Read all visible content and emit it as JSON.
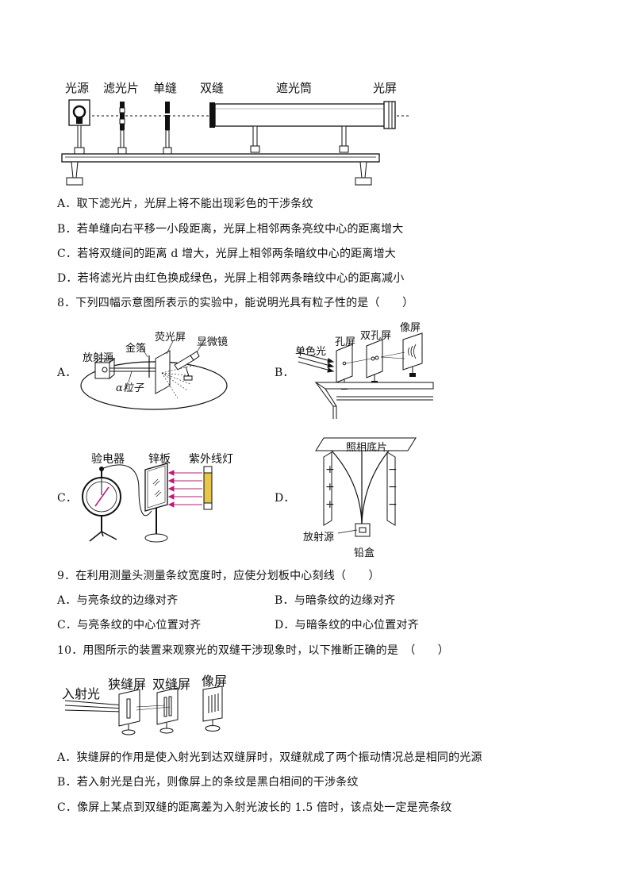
{
  "fig7": {
    "labels": [
      "光源",
      "滤光片",
      "单缝",
      "双缝",
      "遮光筒",
      "光屏"
    ]
  },
  "q7": {
    "options": [
      "A．取下滤光片，光屏上将不能出现彩色的干涉条纹",
      "B．若单缝向右平移一小段距离，光屏上相邻两条亮纹中心的距离增大",
      "C．若将双缝间的距离 d 增大，光屏上相邻两条暗纹中心的距离增大",
      "D．若将滤光片由红色换成绿色，光屏上相邻两条暗纹中心的距离减小"
    ]
  },
  "q8": {
    "stem": "8．下列四幅示意图所表示的实验中，能说明光具有粒子性的是（　　）",
    "markers": [
      "A．",
      "B．",
      "C．",
      "D．"
    ],
    "figA": {
      "source": "放射源",
      "foil": "金箔",
      "screen": "荧光屏",
      "microscope": "显微镜",
      "particle": "α粒子"
    },
    "figB": {
      "light": "单色光",
      "hole": "孔屏",
      "double": "双孔屏",
      "image": "像屏"
    },
    "figC": {
      "electroscope": "验电器",
      "zinc": "锌板",
      "uv": "紫外线灯"
    },
    "figD": {
      "film": "照相底片",
      "source": "放射源",
      "box": "铅盒",
      "plus": "+",
      "minus": "−"
    }
  },
  "q9": {
    "stem": "9．在利用测量头测量条纹宽度时，应使分划板中心刻线（　　）",
    "options": [
      "A．与亮条纹的边缘对齐",
      "B．与暗条纹的边缘对齐",
      "C．与亮条纹的中心位置对齐",
      "D．与暗条纹的中心位置对齐"
    ]
  },
  "q10": {
    "stem": "10．用图所示的装置来观察光的双缝干涉现象时，以下推断正确的是　（　　）",
    "figure": {
      "incident": "入射光",
      "slit": "狭缝屏",
      "double": "双缝屏",
      "image": "像屏"
    },
    "options": [
      "A．狭缝屏的作用是使入射光到达双缝屏时，双缝就成了两个振动情况总是相同的光源",
      "B．若入射光是白光，则像屏上的条纹是黑白相间的干涉条纹",
      "C．像屏上某点到双缝的距离差为入射光波长的 1.5 倍时，该点处一定是亮条纹"
    ]
  },
  "colors": {
    "uv_arrow": "#c2187a",
    "uv_lamp": "#e8c64a",
    "ink": "#111111"
  }
}
